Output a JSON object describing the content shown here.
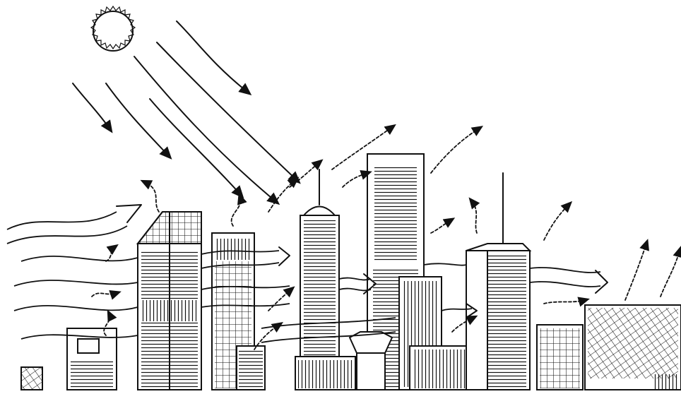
{
  "figure": {
    "elements": [
      "sun",
      "solar-radiation-rays",
      "wind-flow-arrows",
      "heat-emission-plumes",
      "city-buildings"
    ],
    "ink_color": "#111111",
    "background_color": "#ffffff"
  }
}
